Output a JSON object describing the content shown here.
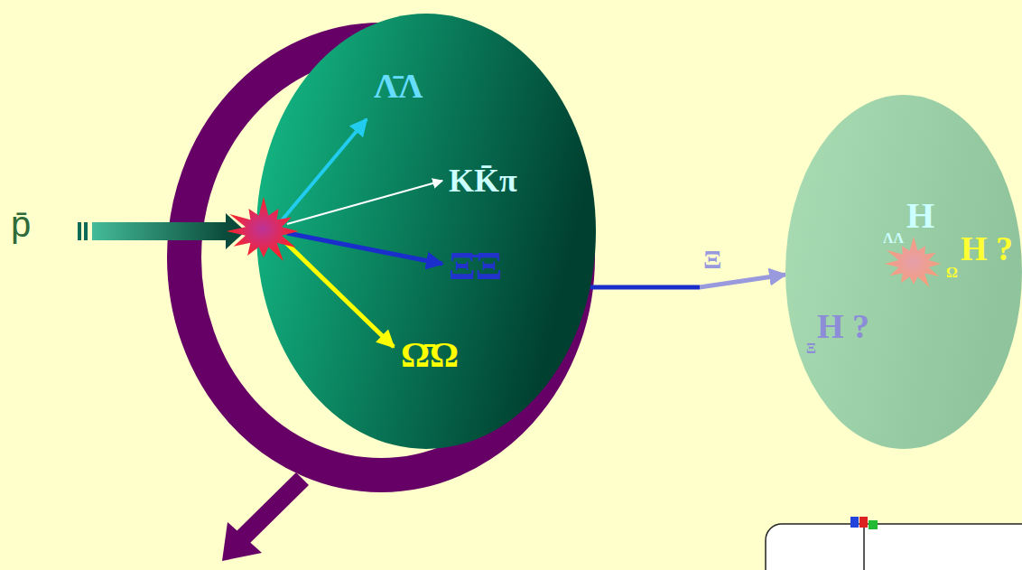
{
  "diagram": {
    "nodes": [
      {
        "text": [
          "Λ̄Λ",
          "KK̄π",
          "Ξ̄Ξ",
          "Ω̄Ω"
        ]
      },
      {
        "text": [
          "ΛΛ",
          "H",
          "Ξ",
          "H ?",
          "Ω",
          "H ?"
        ]
      }
    ],
    "edges": [
      {
        "from": 0,
        "to": 1,
        "arrow": "to",
        "label": "Ξ"
      }
    ],
    "labels": [
      "p̄"
    ]
  }
}
